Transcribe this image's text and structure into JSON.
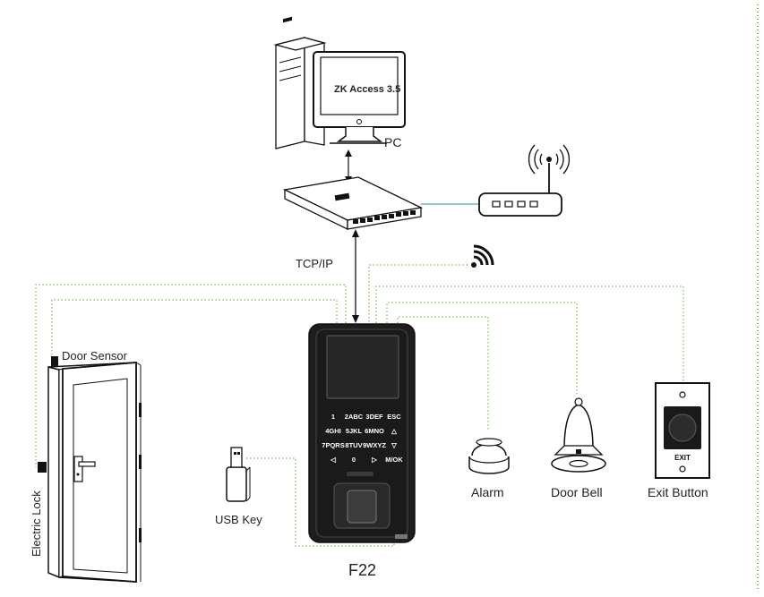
{
  "screen_text": "ZK Access 3.5",
  "labels": {
    "pc": "PC",
    "tcpip": "TCP/IP",
    "door_sensor": "Door Sensor",
    "electric_lock": "Electric Lock",
    "usb_key": "USB Key",
    "device": "F22",
    "alarm": "Alarm",
    "door_bell": "Door Bell",
    "exit_button": "Exit Button",
    "exit": "EXIT"
  },
  "keypad": {
    "k1": "1",
    "k2": "2ABC",
    "k3": "3DEF",
    "esc": "ESC",
    "k4": "4GHI",
    "k5": "5JKL",
    "k6": "6MNO",
    "up": "△",
    "k7": "7PQRS",
    "k8": "8TUV",
    "k9": "9WXYZ",
    "down": "▽",
    "left": "◁",
    "k0": "0",
    "right": "▷",
    "mok": "M/OK"
  },
  "colors": {
    "dotted_line": "#6fbf4a",
    "network_line": "#4aa3c8",
    "device_dark": "#1e1e1e",
    "outline": "#111111"
  }
}
